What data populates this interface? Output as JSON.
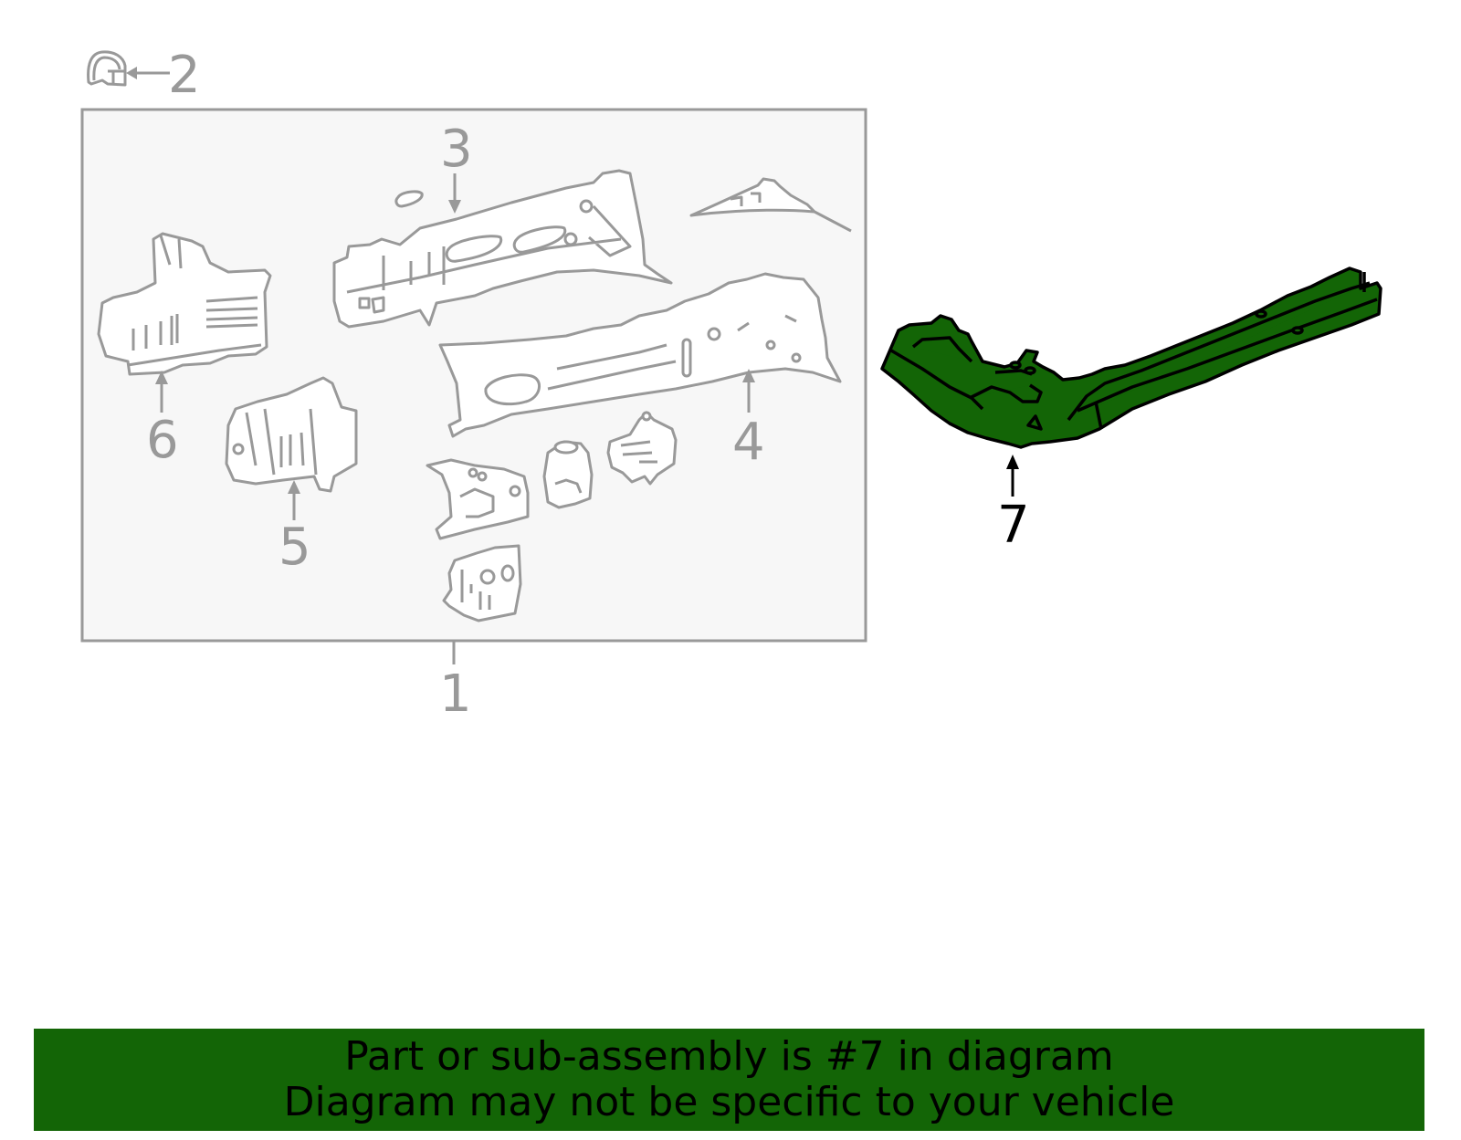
{
  "diagram": {
    "colors": {
      "box_fill": "#f7f7f7",
      "box_border": "#999999",
      "part_outline": "#999999",
      "highlight_fill": "#136506",
      "highlight_outline": "#000000",
      "banner_bg": "#136506",
      "banner_text": "#000000"
    },
    "callouts": [
      {
        "id": "1",
        "label": "1",
        "highlighted": false
      },
      {
        "id": "2",
        "label": "2",
        "highlighted": false
      },
      {
        "id": "3",
        "label": "3",
        "highlighted": false
      },
      {
        "id": "4",
        "label": "4",
        "highlighted": false
      },
      {
        "id": "5",
        "label": "5",
        "highlighted": false
      },
      {
        "id": "6",
        "label": "6",
        "highlighted": false
      },
      {
        "id": "7",
        "label": "7",
        "highlighted": true
      }
    ]
  },
  "banner": {
    "line1": "Part or sub-assembly is #7 in diagram",
    "line2": "Diagram may not be specific to your vehicle"
  }
}
